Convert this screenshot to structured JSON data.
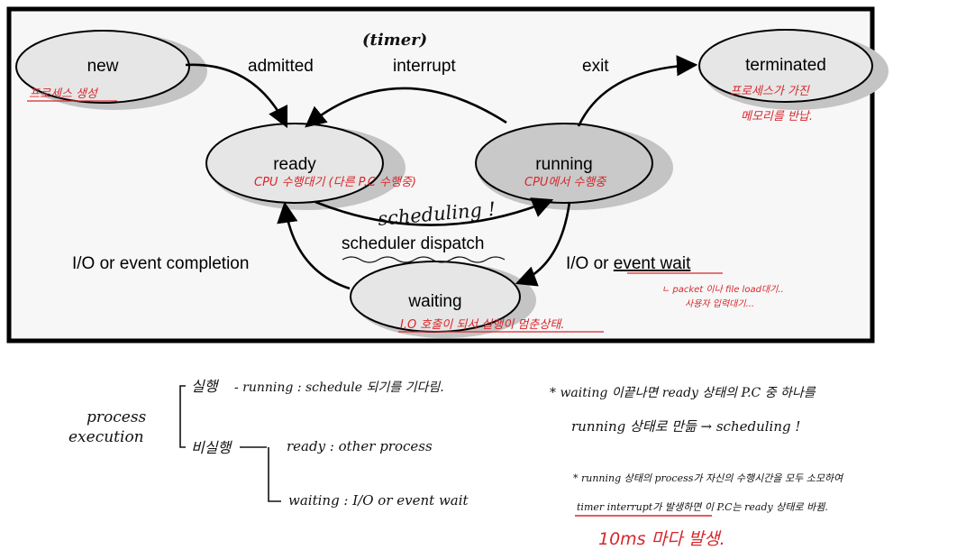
{
  "states": {
    "new": "new",
    "ready": "ready",
    "running": "running",
    "waiting": "waiting",
    "terminated": "terminated"
  },
  "transitions": {
    "admitted": "admitted",
    "interrupt": "interrupt",
    "exit": "exit",
    "scheduler_dispatch": "scheduler dispatch",
    "io_completion": "I/O or event completion",
    "io_wait_prefix": "I/O or ",
    "io_wait_underlined": "event wait"
  },
  "annotations_red": {
    "new_note": "프로세스 생성",
    "ready_note": "CPU 수행대기 (다른 P.C 수행중)",
    "running_note": "CPU에서 수행중",
    "waiting_note": "I.O 호출이 되서 실행이 멈춘상태.",
    "terminated_note_1": "프로세스가 가진",
    "terminated_note_2": "메모리를 반납.",
    "event_wait_note_1": "ㄴ packet 이나 file load대기..",
    "event_wait_note_2": "사용자 입력대기...",
    "ten_ms": "10ms 마다 발생."
  },
  "annotations_black": {
    "timer": "(timer)",
    "scheduling_diagram": "scheduling !",
    "process_line1": "process",
    "process_line2": "execution",
    "exec_branch": "실행",
    "exec_detail": "- running : schedule 되기를 기다림.",
    "nonexec_branch": "비실행",
    "ready_detail": "ready : other process",
    "waiting_detail": "waiting : I/O or event wait",
    "note1_line1": "* waiting 이끝나면 ready 상태의 P.C 중 하나를",
    "note1_line2": "running 상태로 만듦 → scheduling !",
    "note2_line1": "* running 상태의 process가 자신의 수행시간을 모두 소모하여",
    "note2_line2": "timer interrupt가 발생하면 이 P.C는 ready 상태로 바뀜."
  }
}
